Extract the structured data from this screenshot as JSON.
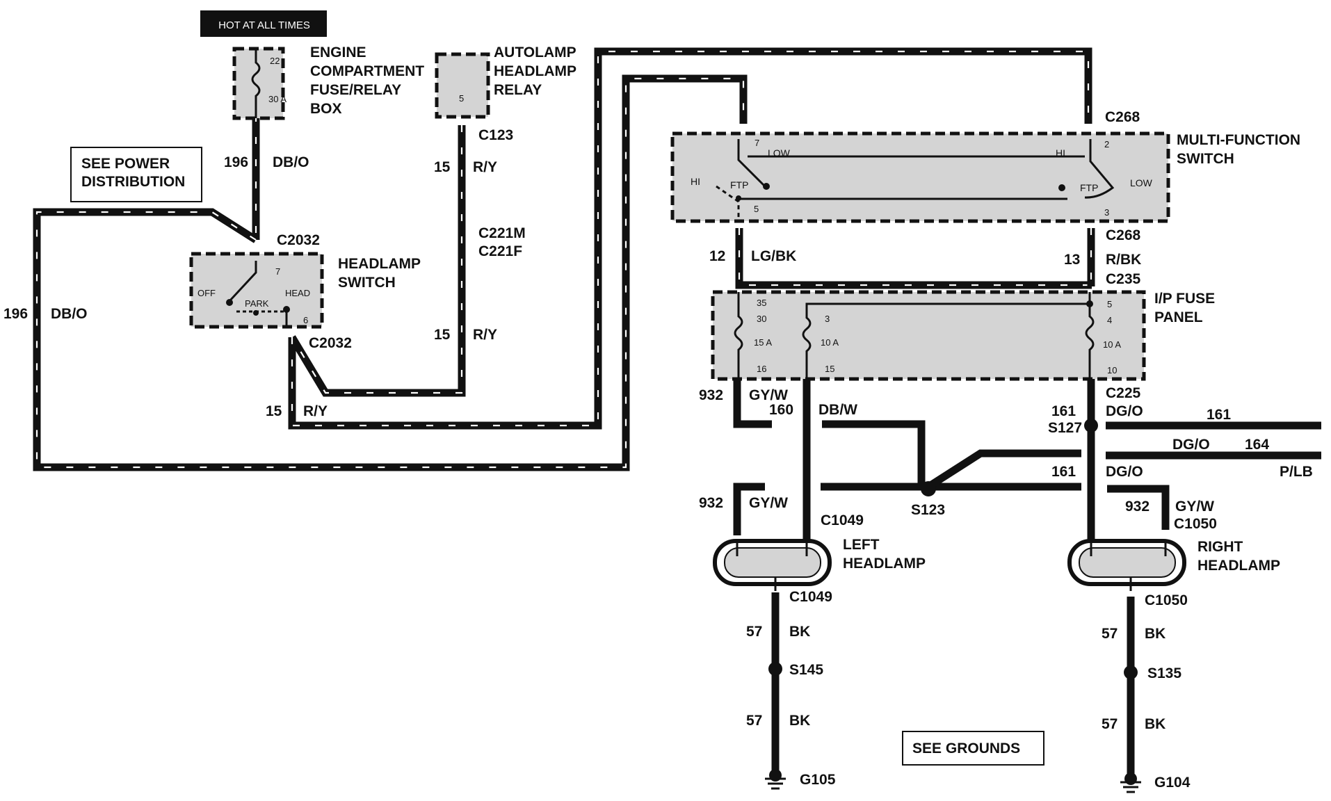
{
  "hot_at_all_times": "HOT AT ALL TIMES",
  "see_power_distribution": [
    "SEE POWER",
    "DISTRIBUTION"
  ],
  "see_grounds": "SEE GROUNDS",
  "components": {
    "engine_fuse_box": {
      "label": [
        "ENGINE",
        "COMPARTMENT",
        "FUSE/RELAY",
        "BOX"
      ],
      "pin": "22",
      "rating": "30 A"
    },
    "autolamp_relay": {
      "label": [
        "AUTOLAMP",
        "HEADLAMP",
        "RELAY"
      ],
      "pin": "5"
    },
    "headlamp_switch": {
      "label": [
        "HEADLAMP",
        "SWITCH"
      ],
      "off": "OFF",
      "park": "PARK",
      "head": "HEAD",
      "pin_in": "7",
      "pin_out": "6"
    },
    "multi_function_switch": {
      "label": [
        "MULTI-FUNCTION",
        "SWITCH"
      ],
      "pin7": "7",
      "pin5": "5",
      "pin2": "2",
      "pin3": "3",
      "low": "LOW",
      "hi": "HI",
      "ftp": "FTP"
    },
    "ip_fuse_panel": {
      "label": [
        "I/P FUSE",
        "PANEL"
      ],
      "fuse15": {
        "in": "35",
        "num": "30",
        "rating": "15 A",
        "out": "16"
      },
      "fuse3": {
        "num": "3",
        "rating": "10 A",
        "out": "15"
      },
      "fuse4": {
        "in": "5",
        "num": "4",
        "rating": "10 A",
        "out": "10"
      }
    },
    "left_headlamp": {
      "label": [
        "LEFT",
        "HEADLAMP"
      ]
    },
    "right_headlamp": {
      "label": [
        "RIGHT",
        "HEADLAMP"
      ]
    }
  },
  "connectors": {
    "c2032_top": "C2032",
    "c2032_bot": "C2032",
    "c123": "C123",
    "c221m": "C221M",
    "c221f": "C221F",
    "c268_top": "C268",
    "c268_bot": "C268",
    "c235": "C235",
    "c225": "C225",
    "c1049_top": "C1049",
    "c1049_bot": "C1049",
    "c1050_top": "C1050",
    "c1050_bot": "C1050"
  },
  "splices": {
    "s127": "S127",
    "s123": "S123",
    "s145": "S145",
    "s135": "S135"
  },
  "grounds": {
    "g105": "G105",
    "g104": "G104"
  },
  "wires": {
    "w196_top": {
      "num": "196",
      "color": "DB/O"
    },
    "w196_left": {
      "num": "196",
      "color": "DB/O"
    },
    "w15_a": {
      "num": "15",
      "color": "R/Y"
    },
    "w15_b": {
      "num": "15",
      "color": "R/Y"
    },
    "w15_c": {
      "num": "15",
      "color": "R/Y"
    },
    "w12": {
      "num": "12",
      "color": "LG/BK"
    },
    "w13": {
      "num": "13",
      "color": "R/BK"
    },
    "w932_top": {
      "num": "932",
      "color": "GY/W"
    },
    "w160": {
      "num": "160",
      "color": "DB/W"
    },
    "w161_a": {
      "num": "161",
      "color": "DG/O"
    },
    "w161_right": {
      "num": "161"
    },
    "w161_b": {
      "num": "161",
      "color": "DG/O"
    },
    "w164": {
      "num": "164",
      "color": "DG/O",
      "color2": "P/LB"
    },
    "w932_left": {
      "num": "932",
      "color": "GY/W"
    },
    "w932_right": {
      "num": "932",
      "color": "GY/W"
    },
    "w57_l1": {
      "num": "57",
      "color": "BK"
    },
    "w57_l2": {
      "num": "57",
      "color": "BK"
    },
    "w57_r1": {
      "num": "57",
      "color": "BK"
    },
    "w57_r2": {
      "num": "57",
      "color": "BK"
    }
  }
}
